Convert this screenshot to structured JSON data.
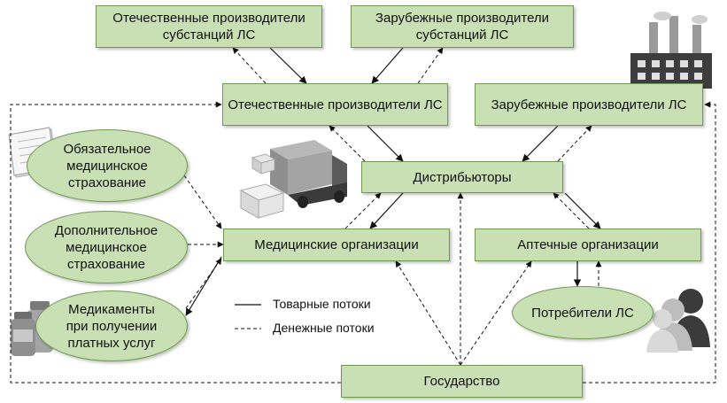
{
  "nodes": {
    "dom_substances": "Отечественные производители субстанций ЛС",
    "for_substances": "Зарубежные производители субстанций ЛС",
    "dom_producers": "Отечественные производители ЛС",
    "for_producers": "Зарубежные производители ЛС",
    "distributors": "Дистрибьюторы",
    "medical_orgs": "Медицинские организации",
    "pharmacies": "Аптечные организации",
    "consumers": "Потребители ЛС",
    "state": "Государство",
    "oms": "Обязательное медицинское страхование",
    "dms": "Дополнительное медицинское страхование",
    "paid": "Медикаменты при получении платных услуг"
  },
  "legend": {
    "goods": "Товарные потоки",
    "money": "Денежные потоки"
  },
  "colors": {
    "box_fill": "#c9dfb4",
    "box_border": "#6f9a4e",
    "arrow": "#111111"
  },
  "icons": [
    "factory-icon",
    "truck-icon",
    "document-icon",
    "medicine-bottles-icon",
    "people-icon"
  ]
}
